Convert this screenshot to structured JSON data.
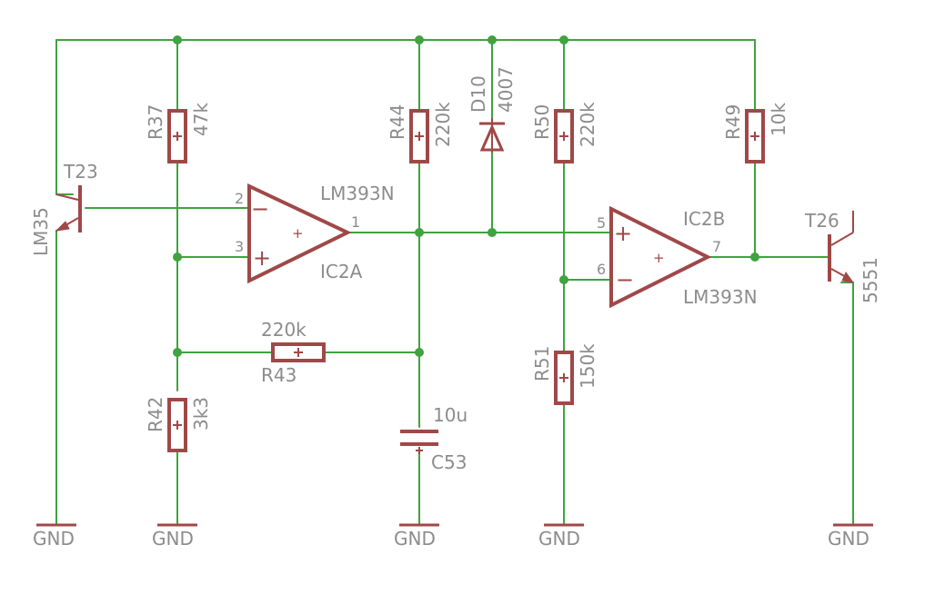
{
  "labels": {
    "t23": "T23",
    "lm35": "LM35",
    "r37": "R37",
    "r37_val": "47k",
    "r42": "R42",
    "r42_val": "3k3",
    "r43": "R43",
    "r43_val": "220k",
    "r44": "R44",
    "r44_val": "220k",
    "d10": "D10",
    "d10_val": "4007",
    "r50": "R50",
    "r50_val": "220k",
    "r51": "R51",
    "r51_val": "150k",
    "r49": "R49",
    "r49_val": "10k",
    "c53": "C53",
    "c53_val": "10u",
    "ic2a": "IC2A",
    "ic2a_type": "LM393N",
    "ic2b": "IC2B",
    "ic2b_type": "LM393N",
    "t26": "T26",
    "t26_type": "5551",
    "gnd": "GND",
    "pin1": "1",
    "pin2": "2",
    "pin3": "3",
    "pin5": "5",
    "pin6": "6",
    "pin7": "7",
    "minus": "−",
    "plus": "+"
  },
  "colors": {
    "wire": "#3fa33f",
    "part": "#a04848",
    "label": "#8c8c8c"
  }
}
